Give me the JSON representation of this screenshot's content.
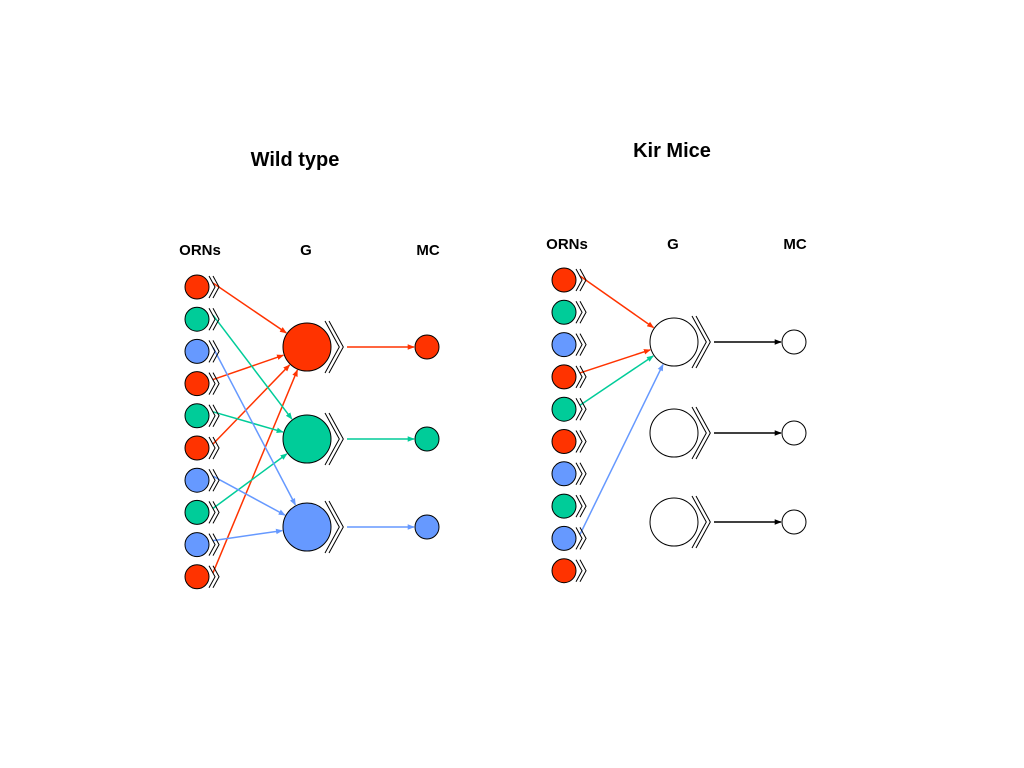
{
  "colors": {
    "red": "#ff3300",
    "green": "#00cc99",
    "blue": "#6699ff",
    "outline": "#000000",
    "empty": "#ffffff"
  },
  "panels": [
    {
      "id": "wild-type",
      "title": "Wild type",
      "column_labels": {
        "orns": "ORNs",
        "glomeruli": "G",
        "mitral_cells": "MC"
      },
      "orns": [
        "red",
        "green",
        "blue",
        "red",
        "green",
        "red",
        "blue",
        "green",
        "blue",
        "red"
      ],
      "glomeruli": [
        "red",
        "green",
        "blue"
      ],
      "mitral_cells": [
        "red",
        "green",
        "blue"
      ],
      "projections": [
        {
          "from_orn": 0,
          "to_glomerulus": 0,
          "color": "red"
        },
        {
          "from_orn": 3,
          "to_glomerulus": 0,
          "color": "red"
        },
        {
          "from_orn": 5,
          "to_glomerulus": 0,
          "color": "red"
        },
        {
          "from_orn": 9,
          "to_glomerulus": 0,
          "color": "red"
        },
        {
          "from_orn": 1,
          "to_glomerulus": 1,
          "color": "green"
        },
        {
          "from_orn": 4,
          "to_glomerulus": 1,
          "color": "green"
        },
        {
          "from_orn": 7,
          "to_glomerulus": 1,
          "color": "green"
        },
        {
          "from_orn": 2,
          "to_glomerulus": 2,
          "color": "blue"
        },
        {
          "from_orn": 6,
          "to_glomerulus": 2,
          "color": "blue"
        },
        {
          "from_orn": 8,
          "to_glomerulus": 2,
          "color": "blue"
        }
      ],
      "outputs": [
        {
          "from_glomerulus": 0,
          "to_mitral_cell": 0,
          "color": "red"
        },
        {
          "from_glomerulus": 1,
          "to_mitral_cell": 1,
          "color": "green"
        },
        {
          "from_glomerulus": 2,
          "to_mitral_cell": 2,
          "color": "blue"
        }
      ]
    },
    {
      "id": "kir-mice",
      "title": "Kir Mice",
      "column_labels": {
        "orns": "ORNs",
        "glomeruli": "G",
        "mitral_cells": "MC"
      },
      "orns": [
        "red",
        "green",
        "blue",
        "red",
        "green",
        "red",
        "blue",
        "green",
        "blue",
        "red"
      ],
      "glomeruli": [
        "empty",
        "empty",
        "empty"
      ],
      "mitral_cells": [
        "empty",
        "empty",
        "empty"
      ],
      "projections": [
        {
          "from_orn": 0,
          "to_glomerulus": 0,
          "color": "red"
        },
        {
          "from_orn": 3,
          "to_glomerulus": 0,
          "color": "red"
        },
        {
          "from_orn": 4,
          "to_glomerulus": 0,
          "color": "green"
        },
        {
          "from_orn": 8,
          "to_glomerulus": 0,
          "color": "blue"
        }
      ],
      "outputs": [
        {
          "from_glomerulus": 0,
          "to_mitral_cell": 0,
          "color": "outline"
        },
        {
          "from_glomerulus": 1,
          "to_mitral_cell": 1,
          "color": "outline"
        },
        {
          "from_glomerulus": 2,
          "to_mitral_cell": 2,
          "color": "outline"
        }
      ]
    }
  ]
}
